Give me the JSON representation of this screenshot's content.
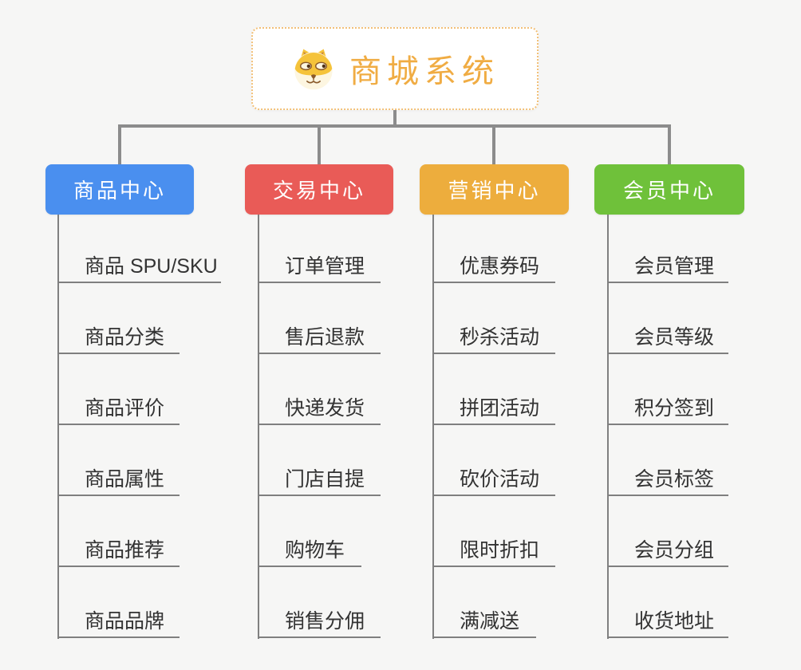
{
  "page": {
    "background_color": "#F6F6F5",
    "connector_color": "#8C8C8C"
  },
  "root": {
    "title": "商城系统",
    "icon": "doge-face-icon",
    "text_color": "#F0AC43",
    "border_color": "#F2C078",
    "fill_color": "#FFFFFF"
  },
  "branches": [
    {
      "label": "商品中心",
      "color": "#4A8FEF",
      "items": [
        "商品 SPU/SKU",
        "商品分类",
        "商品评价",
        "商品属性",
        "商品推荐",
        "商品品牌"
      ]
    },
    {
      "label": "交易中心",
      "color": "#E95B57",
      "items": [
        "订单管理",
        "售后退款",
        "快递发货",
        "门店自提",
        "购物车",
        "销售分佣"
      ]
    },
    {
      "label": "营销中心",
      "color": "#EDAD3D",
      "items": [
        "优惠券码",
        "秒杀活动",
        "拼团活动",
        "砍价活动",
        "限时折扣",
        "满减送"
      ]
    },
    {
      "label": "会员中心",
      "color": "#6FC13A",
      "items": [
        "会员管理",
        "会员等级",
        "积分签到",
        "会员标签",
        "会员分组",
        "收货地址"
      ]
    }
  ]
}
